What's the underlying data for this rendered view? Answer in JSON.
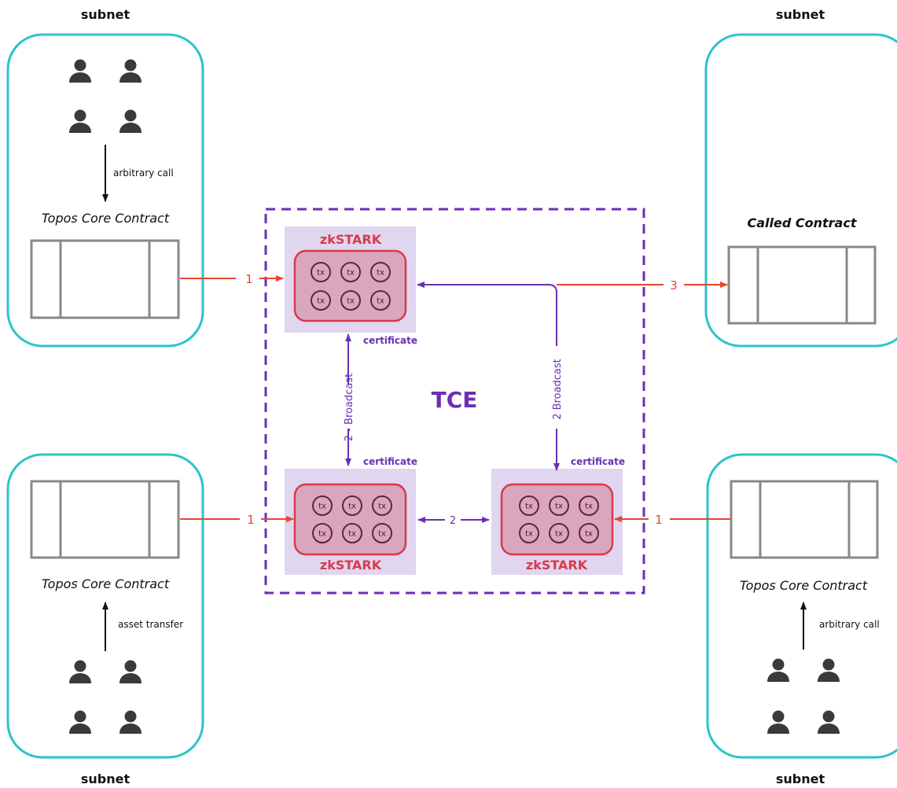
{
  "subnets": {
    "top_left": {
      "label": "subnet",
      "contract": "Topos Core Contract",
      "action": "arbitrary call"
    },
    "bottom_left": {
      "label": "subnet",
      "contract": "Topos Core Contract",
      "action": "asset transfer"
    },
    "top_right": {
      "label": "subnet",
      "contract": "Called Contract"
    },
    "bottom_right": {
      "label": "subnet",
      "contract": "Topos Core Contract",
      "action": "arbitrary call"
    }
  },
  "tce": {
    "label": "TCE",
    "nodes": {
      "top": {
        "proof": "zkSTARK",
        "certificate": "certificate"
      },
      "bottom_left": {
        "proof": "zkSTARK",
        "certificate": "certificate"
      },
      "bottom_right": {
        "proof": "zkSTARK",
        "certificate": "certificate"
      }
    },
    "tx_label": "tx"
  },
  "arrows": {
    "step1": "1",
    "step2": "2",
    "step3": "3",
    "broadcast_left": "2 - Broadcast",
    "broadcast_right": "2 Broadcast"
  },
  "colors": {
    "subnet_border": "#2bc4c9",
    "tce_border": "#6b2fb3",
    "zk_bg": "#e0d6ef",
    "batch_fill": "#d9a7bd",
    "batch_border": "#d93a4a",
    "red_arrow": "#e8442e",
    "purple_arrow": "#6b2fb3",
    "user_icon": "#3a3a3a"
  }
}
